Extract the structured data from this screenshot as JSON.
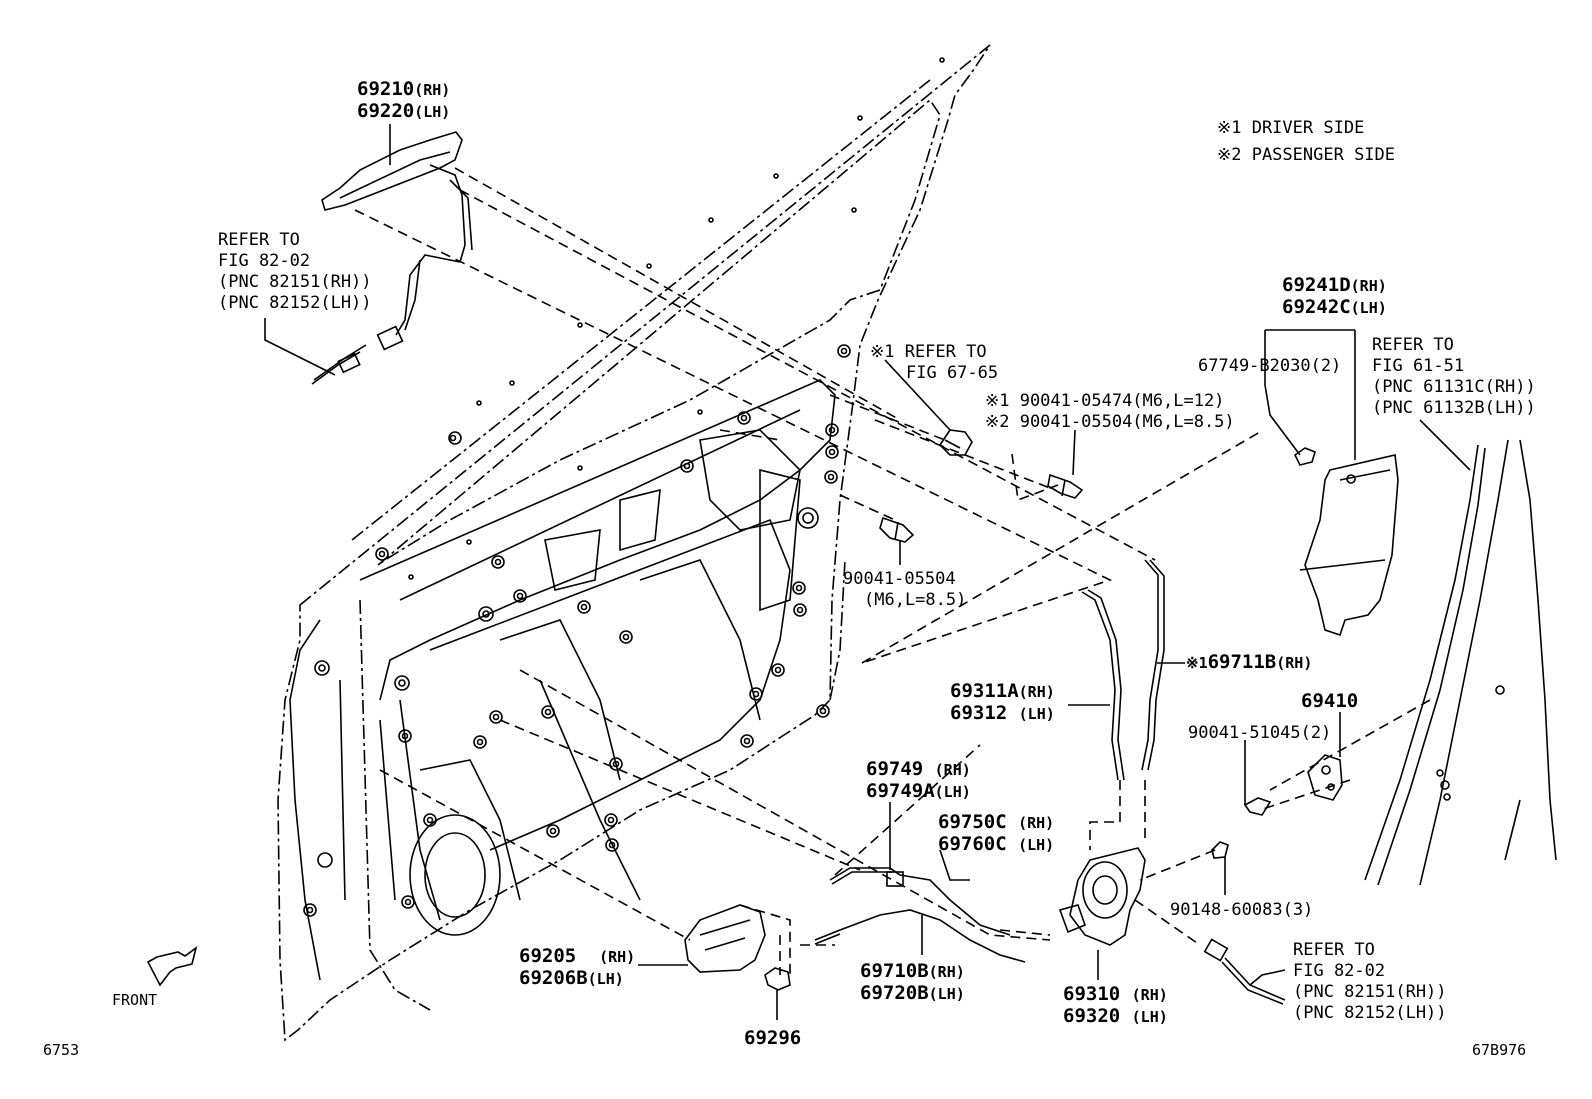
{
  "legend": {
    "driver": "※1 DRIVER SIDE",
    "passenger": "※2 PASSENGER SIDE"
  },
  "parts": {
    "outer_handle": {
      "rh_no": "69210",
      "rh_tag": "(RH)",
      "lh_no": "69220",
      "lh_tag": "(LH)"
    },
    "refer_top": {
      "line1": "REFER TO",
      "line2": "FIG 82-02",
      "line3": "(PNC 82151(RH))",
      "line4": "(PNC 82152(LH))"
    },
    "cover": {
      "rh_no": "69241D",
      "rh_tag": "(RH)",
      "lh_no": "69242C",
      "lh_tag": "(LH)"
    },
    "clip": {
      "text": "67749-B2030(2)"
    },
    "refer_61": {
      "line1": "REFER TO",
      "line2": "FIG 61-51",
      "line3": "(PNC 61131C(RH))",
      "line4": "(PNC 61132B(LH))"
    },
    "refer_67": {
      "line1": "※1 REFER TO",
      "line2": "FIG 67-65"
    },
    "bolt_sides": {
      "line1": "※1 90041-05474(M6,L=12)",
      "line2": "※2 90041-05504(M6,L=8.5)"
    },
    "bolt_mid": {
      "line1": "90041-05504",
      "line2": "(M6,L=8.5)"
    },
    "rod_69711": {
      "prefix": "※1",
      "no": "69711B",
      "tag": "(RH)"
    },
    "rod_69311": {
      "rh_no": "69311A",
      "rh_tag": "(RH)",
      "lh_no": "69312",
      "lh_tag": "(LH)"
    },
    "striker": {
      "no": "69410"
    },
    "screw_51045": {
      "text": "90041-51045(2)"
    },
    "cable_69749": {
      "rh_no": "69749",
      "rh_tag": "(RH)",
      "lh_no": "69749A",
      "lh_tag": "(LH)"
    },
    "cable_69750": {
      "rh_no": "69750C",
      "rh_tag": "(RH)",
      "lh_no": "69760C",
      "lh_tag": "(LH)"
    },
    "screw_60083": {
      "text": "90148-60083(3)"
    },
    "refer_bottom": {
      "line1": "REFER TO",
      "line2": "FIG 82-02",
      "line3": "(PNC 82151(RH))",
      "line4": "(PNC 82152(LH))"
    },
    "inner_handle": {
      "rh_no": "69205",
      "rh_tag": "(RH)",
      "lh_no": "69206B",
      "lh_tag": "(LH)"
    },
    "cable_69710": {
      "rh_no": "69710B",
      "rh_tag": "(RH)",
      "lh_no": "69720B",
      "lh_tag": "(LH)"
    },
    "lock": {
      "rh_no": "69310",
      "rh_tag": "(RH)",
      "lh_no": "69320",
      "lh_tag": "(LH)"
    },
    "cap_69296": {
      "no": "69296"
    }
  },
  "front_label": "FRONT",
  "code_left": "6753",
  "code_right": "67B976",
  "icons": {
    "front_arrow": "front-arrow-icon"
  }
}
